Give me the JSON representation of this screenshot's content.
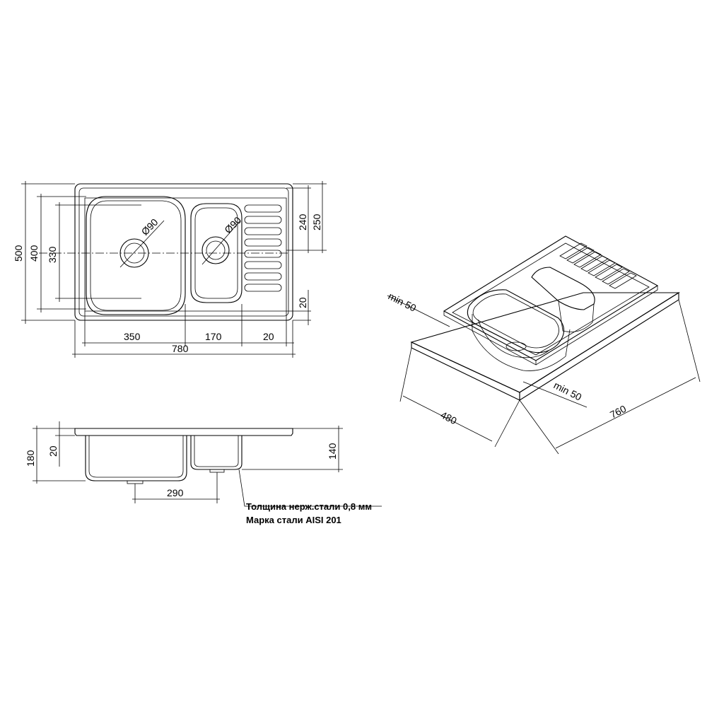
{
  "top_view": {
    "dimensions": {
      "height_overall": "500",
      "height_inner": "400",
      "height_bowl": "330",
      "drainer_240": "240",
      "drainer_250": "250",
      "edge_20": "20",
      "bowl_350": "350",
      "bowl_170": "170",
      "right_20": "20",
      "width_overall": "780",
      "drain_large": "Ø90",
      "drain_small": "Ø90"
    }
  },
  "side_view": {
    "dimensions": {
      "depth_total": "180",
      "rim_20": "20",
      "depth_140": "140",
      "width_290": "290"
    },
    "notes": {
      "line1": "Толщина нерж.стали 0,8 мм",
      "line2": "Марка стали AISI 201"
    }
  },
  "install_view": {
    "dimensions": {
      "min_left": "min 50",
      "min_right": "min 50",
      "depth_480": "480",
      "width_760": "760"
    }
  }
}
